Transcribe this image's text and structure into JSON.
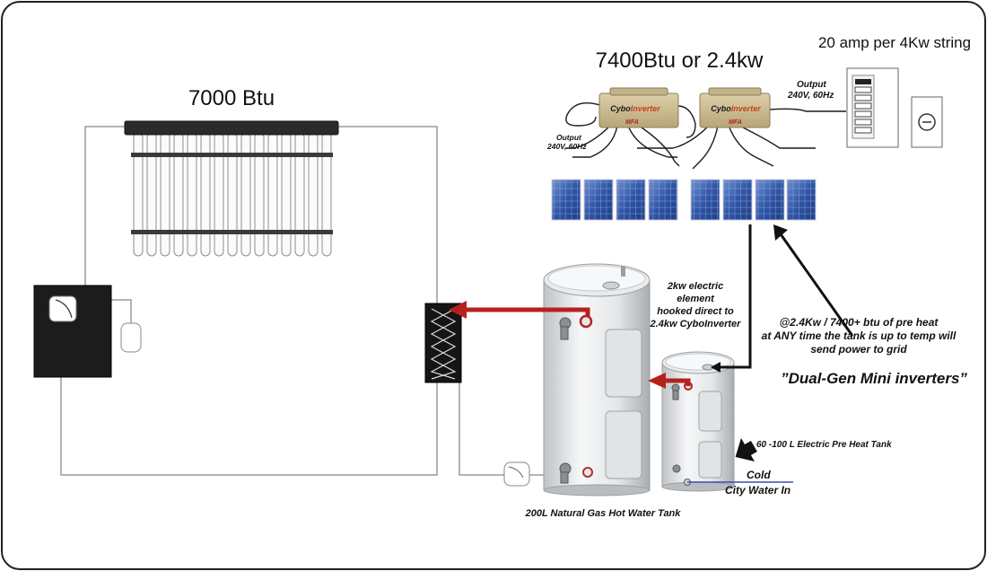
{
  "labels": {
    "solar_collector_btu": "7000 Btu",
    "inverter_total": "7400Btu or 2.4kw",
    "string_rating": "20 amp per 4Kw string",
    "output_right_line1": "Output",
    "output_right_line2": "240V, 60Hz",
    "output_left_line1": "Output",
    "output_left_line2": "240V, 60Hz",
    "inverter_brand_prefix": "Cybo",
    "inverter_brand_suffix": "Inverter",
    "inverter_badge": "MFA",
    "element_line1": "2kw electric",
    "element_line2": "element",
    "element_line3": "hooked direct to",
    "element_line4": "2.4kw CyboInverter",
    "preheat_line1": "@2.4Kw / 7400+ btu of  pre heat",
    "preheat_line2": "at ANY time the tank is up to temp will",
    "preheat_line3": "send power to grid",
    "dual_gen": "”Dual-Gen Mini inverters”",
    "preheat_tank": "60 -100 L Electric Pre Heat Tank",
    "cold_line1": "Cold",
    "cold_line2": "City Water In",
    "gas_tank": "200L Natural Gas Hot Water Tank"
  },
  "colors": {
    "hot_pipe": "#b5221e",
    "cold_pipe": "#3b4fb0",
    "inverter_body": "#cdbb8f",
    "panel_blue": "#3a62b0"
  }
}
